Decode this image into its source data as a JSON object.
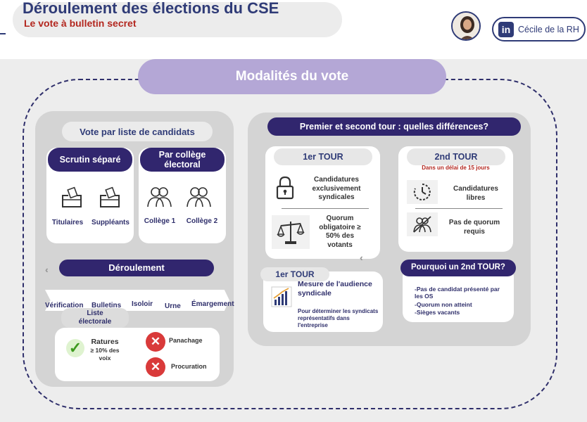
{
  "header": {
    "title": "Déroulement des élections du CSE",
    "subtitle": "Le vote à bulletin secret",
    "badge_label": "Cécile de la RH",
    "badge_logo": "in"
  },
  "modalites_title": "Modalités du vote",
  "left": {
    "heading": "Vote par liste de candidats",
    "scrutin": {
      "title": "Scrutin séparé",
      "items": [
        "Titulaires",
        "Suppléants"
      ]
    },
    "college": {
      "title": "Par collège électoral",
      "items": [
        "Collège 1",
        "Collège 2"
      ]
    },
    "deroulement_title": "Déroulement",
    "steps": [
      "Vérification",
      "Bulletins",
      "Isoloir",
      "Urne",
      "Émargement"
    ],
    "liste_label": "Liste électorale",
    "ratures": "Ratures",
    "ratures_detail": "≥ 10% des voix",
    "panachage": "Panachage",
    "procuration": "Procuration"
  },
  "right": {
    "heading": "Premier et second tour : quelles différences?",
    "tour1": {
      "title": "1er TOUR",
      "item1": "Candidatures exclusivement syndicales",
      "item2": "Quorum obligatoire ≥ 50% des votants"
    },
    "tour2": {
      "title": "2nd TOUR",
      "delay": "Dans un délai de 15 jours",
      "item1": "Candidatures libres",
      "item2": "Pas de quorum requis"
    },
    "mesure": {
      "title": "1er TOUR",
      "heading": "Mesure de l'audience syndicale",
      "text": "Pour déterminer les syndicats représentatifs dans l'entreprise"
    },
    "pourquoi": {
      "title": "Pourquoi un 2nd TOUR?",
      "items": [
        "-Pas de candidat présenté par les OS",
        "-Quorum non atteint",
        "-Sièges vacants"
      ]
    }
  },
  "colors": {
    "navy": "#2f3b77",
    "deep_purple": "#31266e",
    "lavender": "#b4a7d6",
    "red": "#b3271f"
  }
}
